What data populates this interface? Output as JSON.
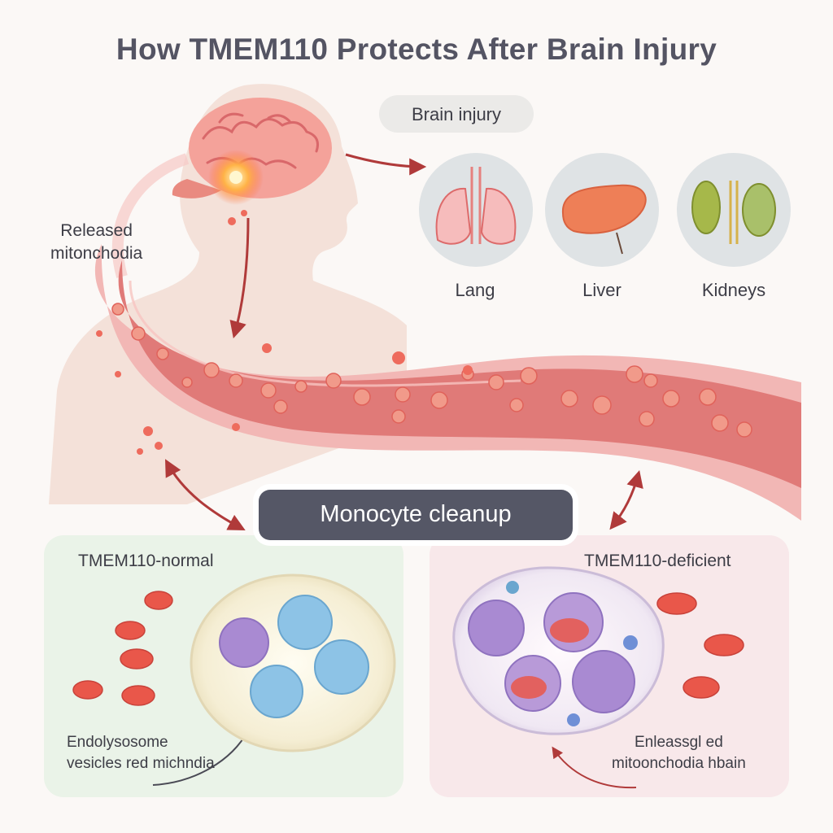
{
  "title": "How TMEM110 Protects After Brain Injury",
  "labels": {
    "brain_injury": "Brain injury",
    "released_line1": "Released",
    "released_line2": "mitonchodia",
    "monocyte_cleanup": "Monocyte cleanup"
  },
  "organs": [
    {
      "label": "Lang",
      "icon": "lung-icon"
    },
    {
      "label": "Liver",
      "icon": "liver-icon"
    },
    {
      "label": "Kidneys",
      "icon": "kidneys-icon"
    }
  ],
  "panels": {
    "normal": {
      "title": "TMEM110-normal",
      "caption_line1": "Endolysosome",
      "caption_line2": "vesicles red michndia"
    },
    "deficient": {
      "title": "TMEM110-deficient",
      "caption_line1": "Enleassgl ed",
      "caption_line2": "mitoonchodia hbain"
    }
  },
  "colors": {
    "title": "#545463",
    "pill_dark": "#555766",
    "arrow": "#b03a3a",
    "vessel": "#e07a78",
    "mitochondria": "#e9574a",
    "normal_bg": "#eaf3e8",
    "deficient_bg": "#f8e8ea",
    "vesicle_blue": "#8dc3e6",
    "vesicle_purple": "#a98ad2"
  }
}
